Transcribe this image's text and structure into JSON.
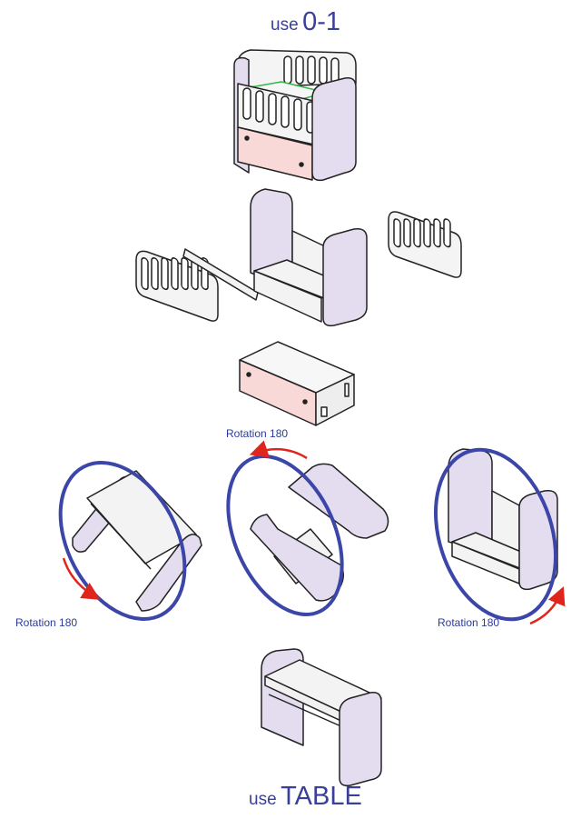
{
  "top_label": {
    "prefix": "use",
    "value": "0-1"
  },
  "bottom_label": {
    "prefix": "use",
    "value": "TABLE"
  },
  "rotation_labels": {
    "middle": "Rotation 180",
    "left": "Rotation 180",
    "right": "Rotation 180"
  },
  "colors": {
    "panel_fill": "#e4dcef",
    "drawer_front": "#f9d8d8",
    "outline": "#222222",
    "rotation_ring": "#3b46a8",
    "rotation_arrow": "#e0261c",
    "label_text": "#3a3f9a"
  }
}
